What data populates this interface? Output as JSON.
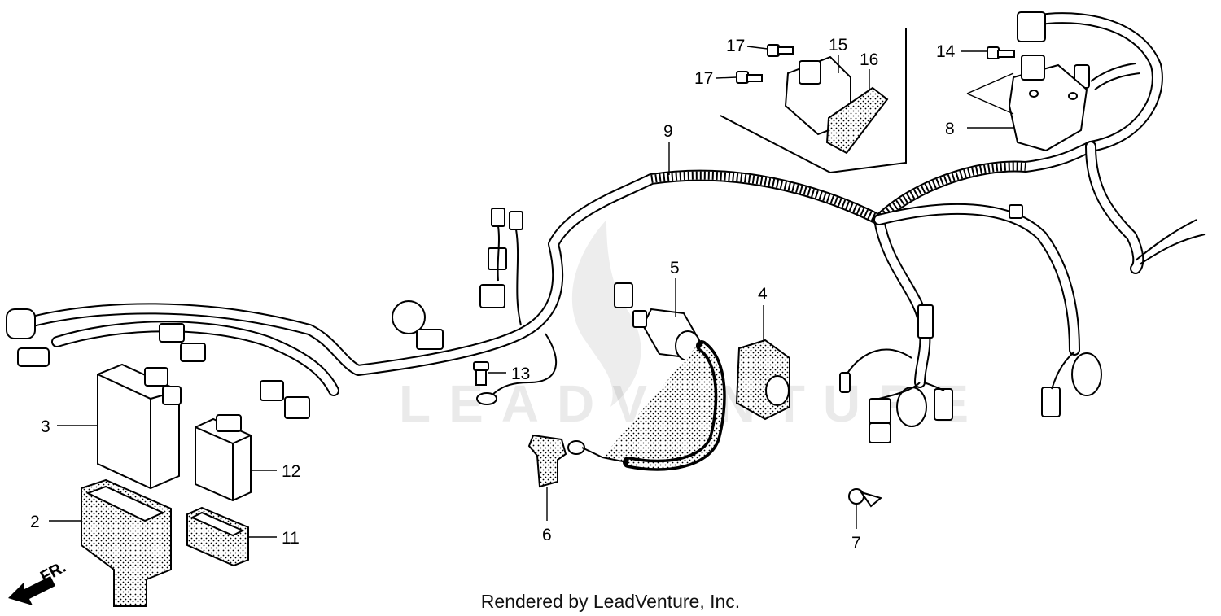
{
  "watermark": "LEADVENTURE",
  "direction_label": "FR.",
  "credit": "Rendered by LeadVenture, Inc.",
  "callouts": {
    "c1": "2",
    "c2": "3",
    "c3": "4",
    "c4": "5",
    "c5": "6",
    "c6": "7",
    "c7": "8",
    "c8": "9",
    "c9": "11",
    "c10": "12",
    "c11": "13",
    "c12": "14",
    "c13": "15",
    "c14": "16",
    "c15": "17",
    "c16": "17"
  }
}
